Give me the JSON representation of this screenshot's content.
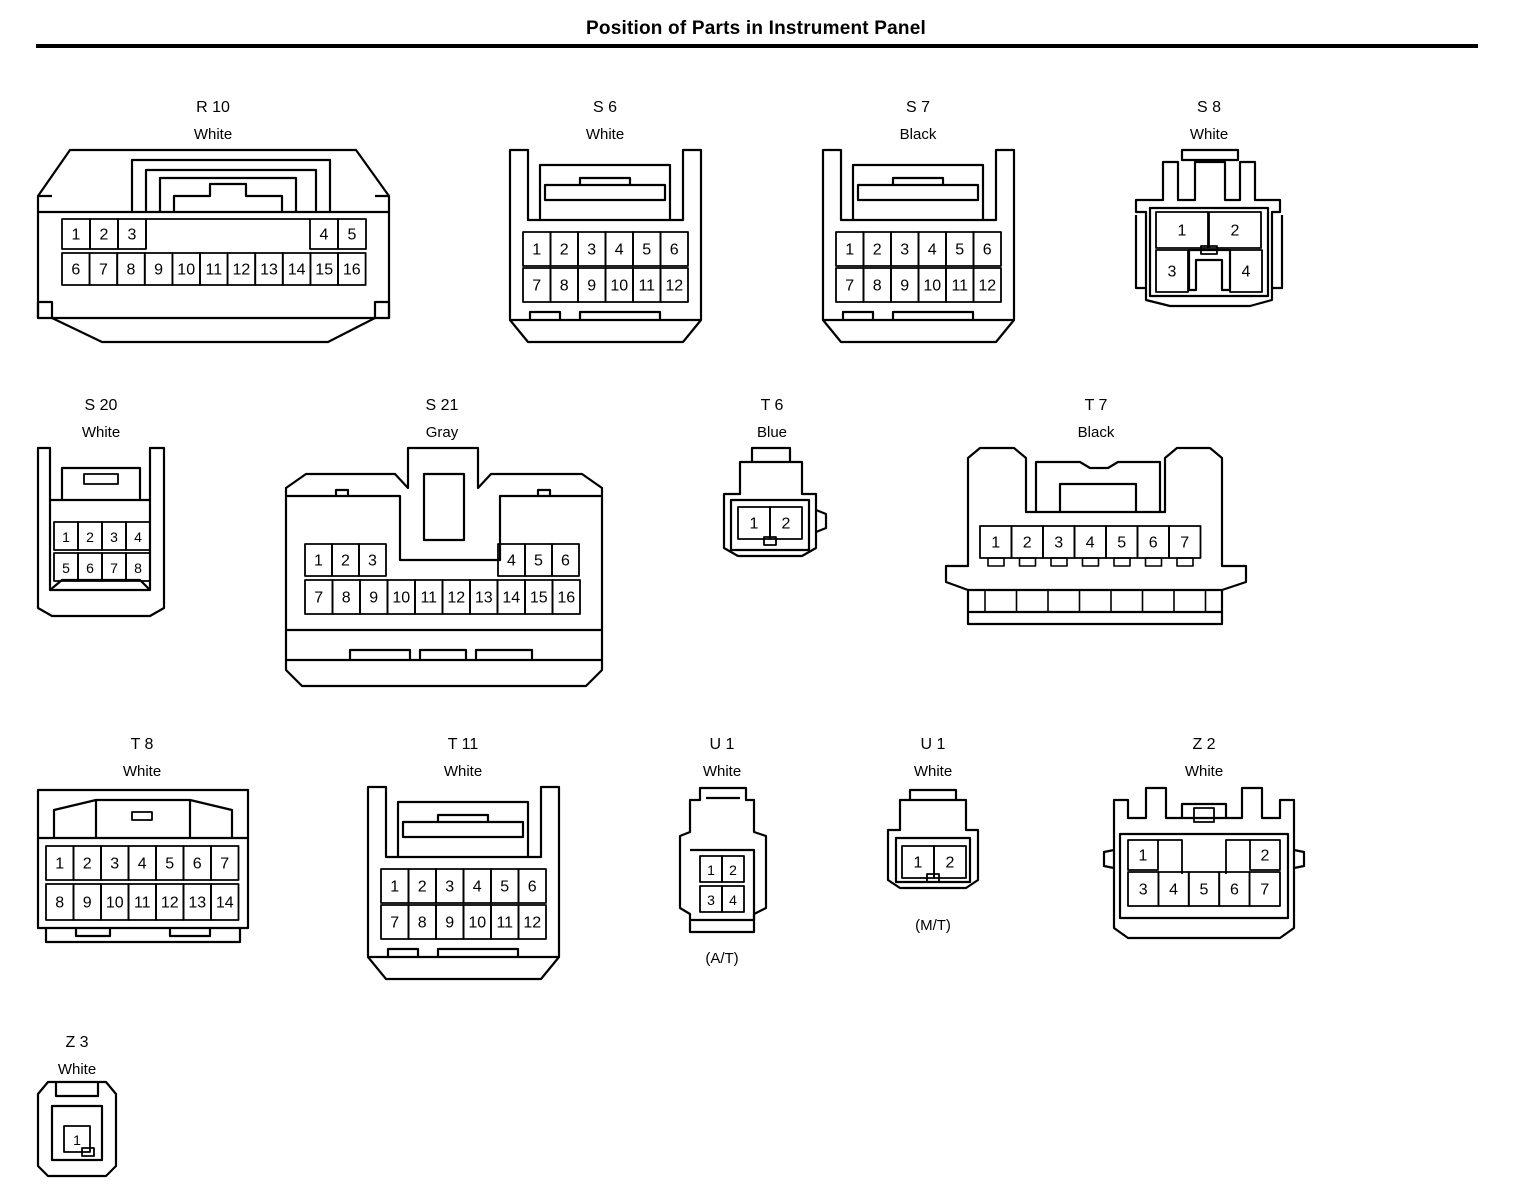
{
  "title": "Position of Parts in Instrument Panel",
  "connectors": [
    {
      "id": "R 10",
      "color": "White",
      "pins": [
        "1",
        "2",
        "3",
        "4",
        "5",
        "6",
        "7",
        "8",
        "9",
        "10",
        "11",
        "12",
        "13",
        "14",
        "15",
        "16"
      ]
    },
    {
      "id": "S 6",
      "color": "White",
      "pins": [
        "1",
        "2",
        "3",
        "4",
        "5",
        "6",
        "7",
        "8",
        "9",
        "10",
        "11",
        "12"
      ]
    },
    {
      "id": "S 7",
      "color": "Black",
      "pins": [
        "1",
        "2",
        "3",
        "4",
        "5",
        "6",
        "7",
        "8",
        "9",
        "10",
        "11",
        "12"
      ]
    },
    {
      "id": "S 8",
      "color": "White",
      "pins": [
        "1",
        "2",
        "3",
        "4"
      ]
    },
    {
      "id": "S 20",
      "color": "White",
      "pins": [
        "1",
        "2",
        "3",
        "4",
        "5",
        "6",
        "7",
        "8"
      ]
    },
    {
      "id": "S 21",
      "color": "Gray",
      "pins": [
        "1",
        "2",
        "3",
        "4",
        "5",
        "6",
        "7",
        "8",
        "9",
        "10",
        "11",
        "12",
        "13",
        "14",
        "15",
        "16"
      ]
    },
    {
      "id": "T 6",
      "color": "Blue",
      "pins": [
        "1",
        "2"
      ]
    },
    {
      "id": "T 7",
      "color": "Black",
      "pins": [
        "1",
        "2",
        "3",
        "4",
        "5",
        "6",
        "7"
      ]
    },
    {
      "id": "T 8",
      "color": "White",
      "pins": [
        "1",
        "2",
        "3",
        "4",
        "5",
        "6",
        "7",
        "8",
        "9",
        "10",
        "11",
        "12",
        "13",
        "14"
      ]
    },
    {
      "id": "T 11",
      "color": "White",
      "pins": [
        "1",
        "2",
        "3",
        "4",
        "5",
        "6",
        "7",
        "8",
        "9",
        "10",
        "11",
        "12"
      ]
    },
    {
      "id": "U 1",
      "color": "White",
      "note": "(A/T)",
      "pins": [
        "1",
        "2",
        "3",
        "4"
      ]
    },
    {
      "id": "U 1",
      "color": "White",
      "note": "(M/T)",
      "pins": [
        "1",
        "2"
      ]
    },
    {
      "id": "Z 2",
      "color": "White",
      "pins": [
        "1",
        "2",
        "3",
        "4",
        "5",
        "6",
        "7"
      ]
    },
    {
      "id": "Z 3",
      "color": "White",
      "pins": [
        "1"
      ]
    }
  ]
}
